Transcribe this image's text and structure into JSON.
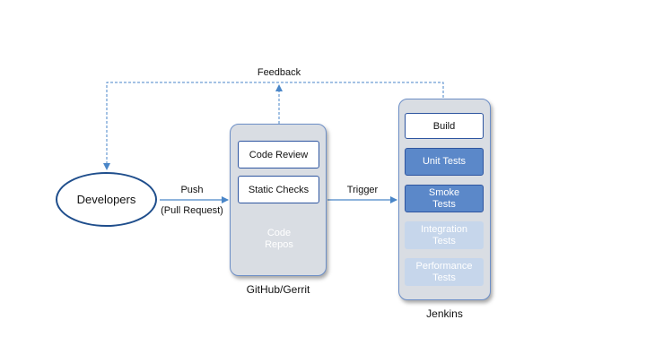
{
  "nodes": {
    "developers": "Developers",
    "code_review": "Code Review",
    "static_checks": "Static Checks",
    "code_repos": "Code\nRepos",
    "build": "Build",
    "unit_tests": "Unit Tests",
    "smoke_tests": "Smoke\nTests",
    "integration_tests": "Integration\nTests",
    "performance_tests": "Performance\nTests"
  },
  "groups": {
    "github": "GitHub/Gerrit",
    "jenkins": "Jenkins"
  },
  "edges": {
    "feedback": "Feedback",
    "push": "Push",
    "pull_request": "(Pull Request)",
    "trigger": "Trigger"
  },
  "colors": {
    "stroke": "#4a86c8",
    "panel_fill": "#d9dde3",
    "unit_fill": "#5b88c9",
    "pale_fill": "#c6d6eb",
    "repo_fill": "#a6a6a6"
  }
}
